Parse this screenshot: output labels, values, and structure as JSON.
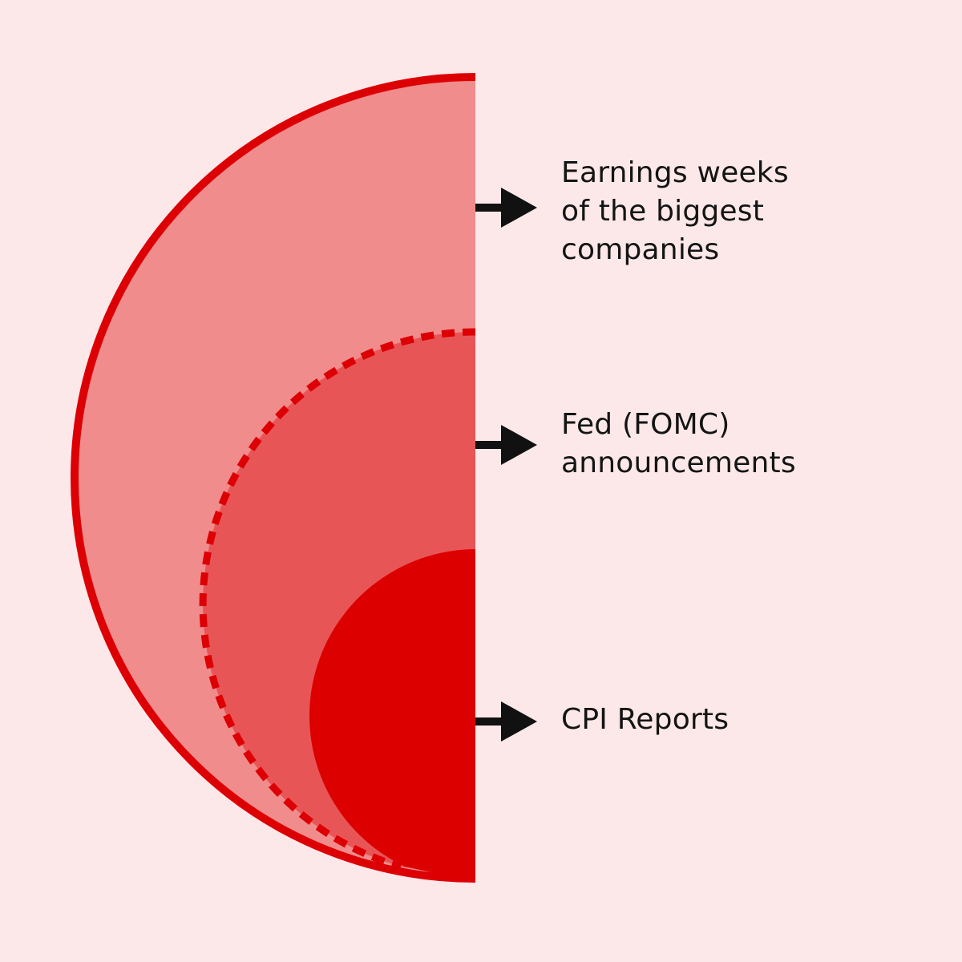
{
  "colors": {
    "background": "#FDE8E9",
    "outer_fill": "#F08C8C",
    "outer_stroke": "#DC0005",
    "middle_fill": "#E85557",
    "middle_dash": "#DC0005",
    "inner_fill": "#DC0000",
    "arrow": "#111111",
    "text": "#141414"
  },
  "rings": [
    {
      "id": "earnings",
      "label": "Earnings weeks\nof the biggest\ncompanies",
      "level": "outer"
    },
    {
      "id": "fed",
      "label": "Fed (FOMC)\nannouncements",
      "level": "middle"
    },
    {
      "id": "cpi",
      "label": "CPI Reports",
      "level": "inner"
    }
  ],
  "icons": {
    "pointer": "arrow-right-icon"
  }
}
